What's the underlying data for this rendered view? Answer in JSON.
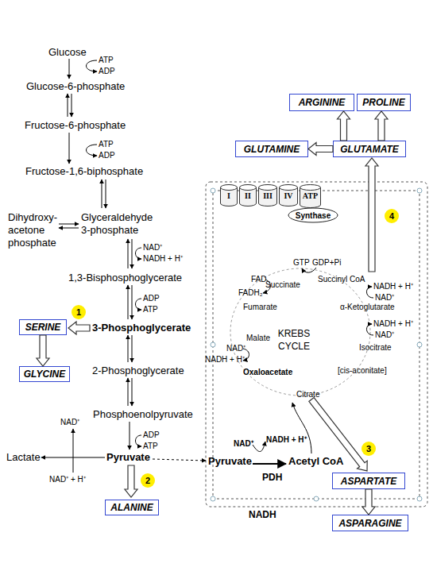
{
  "diagram": {
    "nodes": [
      {
        "text": [
          "SERINE"
        ]
      },
      {
        "text": [
          "GLYCINE"
        ]
      },
      {
        "text": [
          "ALANINE"
        ]
      },
      {
        "text": [
          "ARGININE"
        ]
      },
      {
        "text": [
          "PROLINE"
        ]
      },
      {
        "text": [
          "GLUTAMINE"
        ]
      },
      {
        "text": [
          "GLUTAMATE"
        ]
      },
      {
        "text": [
          "I"
        ]
      },
      {
        "text": [
          "II"
        ]
      },
      {
        "text": [
          "III"
        ]
      },
      {
        "text": [
          "IV"
        ]
      },
      {
        "text": [
          "ATP"
        ]
      },
      {
        "text": [
          "Synthase"
        ]
      },
      {
        "text": [
          "ASPARTATE"
        ]
      },
      {
        "text": [
          "ASPARAGINE"
        ]
      }
    ],
    "edges": [
      {
        "from": 0,
        "to": 1,
        "arrow": "to"
      },
      {
        "from": 6,
        "to": 5,
        "arrow": "to"
      },
      {
        "from": 6,
        "to": 3,
        "arrow": "to"
      },
      {
        "from": 6,
        "to": 4,
        "arrow": "to"
      },
      {
        "from": 13,
        "to": 14,
        "arrow": "to"
      }
    ],
    "labels": [
      "Glucose",
      "ATP",
      "ADP",
      "Glucose-6-phosphate",
      "Fructose-6-phosphate",
      "ATP",
      "ADP",
      "Fructose-1,6-biphosphate",
      "Dihydroxy- acetone phosphate",
      "Glyceraldehyde 3-phosphate",
      "NAD⁺",
      "NADH + H⁺",
      "1,3-Bisphosphoglycerate",
      "ADP",
      "ATP",
      "3-Phosphoglycerate",
      "2-Phosphoglycerate",
      "Phosphoenolpyruvate",
      "ADP",
      "ATP",
      "NAD⁺",
      "Lactate",
      "Pyruvate",
      "NAD⁺ + H⁺",
      "1",
      "2",
      "3",
      "4",
      "Pyruvate",
      "NAD⁺",
      "NADH + H⁺",
      "Acetyl CoA",
      "PDH",
      "NADH",
      "GTP",
      "GDP+Pi",
      "FAD",
      "Succinate",
      "Succinyl CoA",
      "FADH₂",
      "NADH + H⁺",
      "NAD⁺",
      "Fumarate",
      "α-Ketoglutarate",
      "Malate",
      "KREBS CYCLE",
      "NADH + H⁺",
      "NAD⁺",
      "NAD⁺",
      "NADH + H⁺",
      "Isocitrate",
      "Oxaloacetate",
      "[cis-aconitate]",
      "Citrate"
    ]
  }
}
